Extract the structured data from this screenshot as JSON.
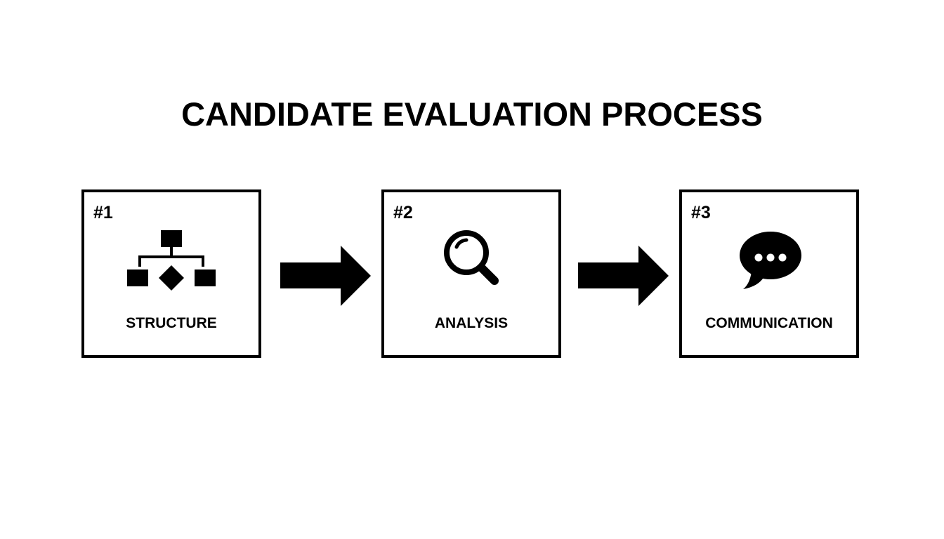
{
  "title": "CANDIDATE EVALUATION PROCESS",
  "steps": [
    {
      "number": "#1",
      "label": "STRUCTURE",
      "icon": "hierarchy-flowchart-icon"
    },
    {
      "number": "#2",
      "label": "ANALYSIS",
      "icon": "magnifying-glass-icon"
    },
    {
      "number": "#3",
      "label": "COMMUNICATION",
      "icon": "speech-bubble-icon"
    }
  ],
  "connectors": [
    "arrow-right-icon",
    "arrow-right-icon"
  ],
  "colors": {
    "foreground": "#000000",
    "background": "#ffffff"
  }
}
